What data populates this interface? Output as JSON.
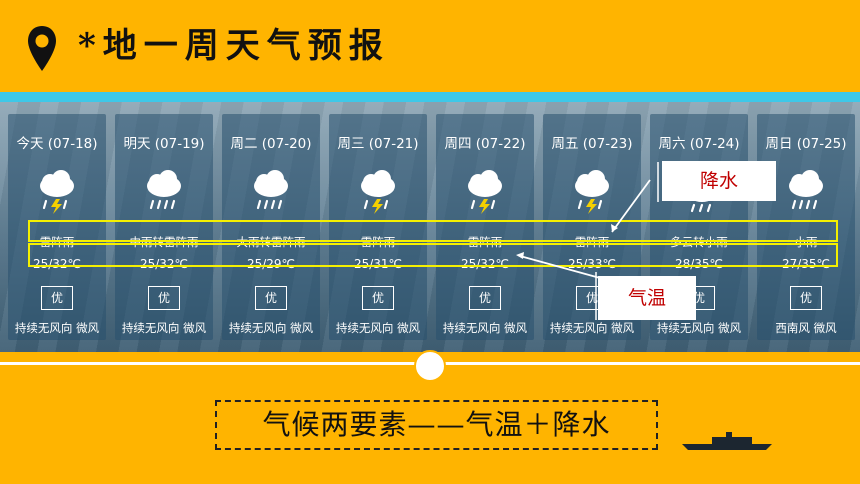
{
  "header": {
    "title": "*地一周天气预报"
  },
  "forecast": [
    {
      "date": "今天 (07-18)",
      "icon": "thunderstorm-cloud-icon",
      "condition": "雷阵雨",
      "temp": "25/32℃",
      "aqi": "优",
      "wind": "持续无风向 微风"
    },
    {
      "date": "明天 (07-19)",
      "icon": "rain-cloud-icon",
      "condition": "中雨转雷阵雨",
      "temp": "25/32℃",
      "aqi": "优",
      "wind": "持续无风向 微风"
    },
    {
      "date": "周二 (07-20)",
      "icon": "rain-cloud-icon",
      "condition": "大雨转雷阵雨",
      "temp": "25/29℃",
      "aqi": "优",
      "wind": "持续无风向 微风"
    },
    {
      "date": "周三 (07-21)",
      "icon": "thunderstorm-cloud-icon",
      "condition": "雷阵雨",
      "temp": "25/31℃",
      "aqi": "优",
      "wind": "持续无风向 微风"
    },
    {
      "date": "周四 (07-22)",
      "icon": "thunderstorm-cloud-icon",
      "condition": "雷阵雨",
      "temp": "25/32℃",
      "aqi": "优",
      "wind": "持续无风向 微风"
    },
    {
      "date": "周五 (07-23)",
      "icon": "thunderstorm-cloud-icon",
      "condition": "雷阵雨",
      "temp": "25/33℃",
      "aqi": "优",
      "wind": "持续无风向 微风"
    },
    {
      "date": "周六 (07-24)",
      "icon": "sun-cloud-icon",
      "condition": "多云转小雨",
      "temp": "28/35℃",
      "aqi": "优",
      "wind": "持续无风向 微风"
    },
    {
      "date": "周日 (07-25)",
      "icon": "rain-cloud-icon",
      "condition": "小雨",
      "temp": "27/35℃",
      "aqi": "优",
      "wind": "西南风 微风"
    }
  ],
  "callouts": {
    "precipitation": "降水",
    "temperature": "气温"
  },
  "summary": "气候两要素——气温＋降水",
  "colors": {
    "background": "#ffb400",
    "accent": "#3ec8e8",
    "highlight": "#f5f000",
    "callout_text": "#c00000"
  }
}
